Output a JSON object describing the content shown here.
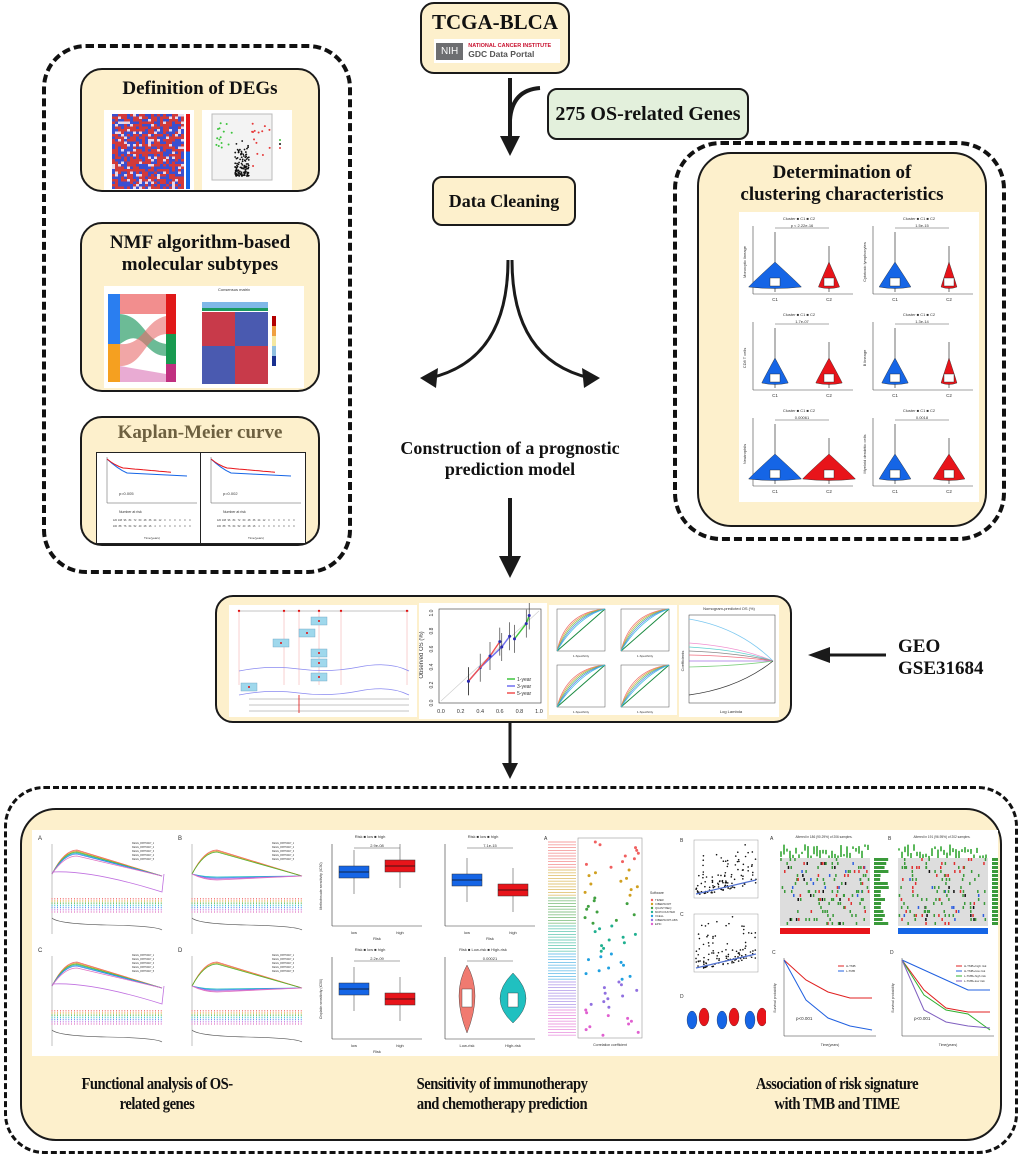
{
  "source": {
    "title": "TCGA-BLCA",
    "logo_left": "NIH",
    "logo_line1": "NATIONAL CANCER INSTITUTE",
    "logo_line2": "GDC Data Portal"
  },
  "genes_box": "275 OS-related Genes",
  "data_cleaning": "Data Cleaning",
  "left_group": {
    "deg": {
      "title": "Definition  of DEGs"
    },
    "nmf": {
      "title_line1": "NMF algorithm-based",
      "title_line2": "molecular subtypes",
      "heatmap_title": "Consensus matrix"
    },
    "km": {
      "title": "Kaplan-Meier curve",
      "p_left": "p=0.005",
      "p_right": "p=0.002",
      "risk_table_title": "Number at risk",
      "x_label": "Time(years)"
    }
  },
  "right_group": {
    "title_line1": "Determination of",
    "title_line2": "clustering characteristics",
    "legend_title": "Cluster",
    "legend_items": [
      "C1",
      "C2"
    ],
    "panels": [
      {
        "ylabel": "Monocytic lineage",
        "pvalue": "p < 2.22e-16"
      },
      {
        "ylabel": "Cytotoxic lymphocytes",
        "pvalue": "1.5e-15"
      },
      {
        "ylabel": "CD8 T cells",
        "pvalue": "1.7e-07"
      },
      {
        "ylabel": "B lineage",
        "pvalue": "1.3e-14"
      },
      {
        "ylabel": "Neutrophils",
        "pvalue": "0.00061"
      },
      {
        "ylabel": "Myeloid dendritic cells",
        "pvalue": "0.0018"
      }
    ],
    "x_labels": [
      "C1",
      "C2"
    ]
  },
  "model": {
    "title_line1": "Construction of a prognostic",
    "title_line2": "prediction model",
    "calibration": {
      "ylabel": "Observed OS (%)",
      "x_ticks": [
        "0.0",
        "0.2",
        "0.4",
        "0.6",
        "0.8",
        "1.0"
      ],
      "y_ticks": [
        "0.0",
        "0.2",
        "0.4",
        "0.6",
        "0.8",
        "1.0"
      ],
      "legend": [
        "1-year",
        "3-year",
        "5-year"
      ],
      "legend_colors": [
        "#3ec43e",
        "#6f6ff0",
        "#f05050"
      ]
    },
    "lasso": {
      "title": "Nomogram-predicted OS (%)",
      "xlabel": "Log Lambda",
      "ylabel": "Coefficients"
    },
    "roc_xlabel": "1-Specificity",
    "roc_ylabel": "Sensitivity"
  },
  "validation": {
    "line1": "GEO",
    "line2": "GSE31684"
  },
  "bottom": {
    "gsea_labels": [
      "A",
      "B",
      "C",
      "D"
    ],
    "box_legend_title": "Risk",
    "box_legend_items": [
      "low",
      "high"
    ],
    "box_panels": [
      {
        "ylabel": "Methotrexate sensitivity (IC50)",
        "pvalue": "2.9e-08"
      },
      {
        "ylabel": "",
        "pvalue": "7.1e-15"
      },
      {
        "ylabel": "Cisplatin sensitivity (IC50)",
        "pvalue": "2.2e-09"
      },
      {
        "ylabel": "",
        "pvalue": "0.00021"
      }
    ],
    "violin_legend_items": [
      "Low-risk",
      "High-risk"
    ],
    "box_xlabel": "Risk",
    "corr_xlabel": "Correlation coefficient",
    "corr_legend": [
      "TIMER",
      "CIBERSORT",
      "QUANTISEQ",
      "MCPCOUNTER",
      "XCELL",
      "CIBERSORT-ABS",
      "EPIC"
    ],
    "corr_legend_title": "Software",
    "onco_title_a": "Altered in 186 (90.29%) of 206 samples.",
    "onco_title_b": "Altered in 191 (96.95%) of 202 samples.",
    "km_c": {
      "p": "p<0.001",
      "legend": [
        "H-TMB",
        "L-TMB"
      ],
      "xlabel": "Time(years)",
      "ylabel": "Survival probability"
    },
    "km_d": {
      "p": "p<0.001",
      "legend": [
        "H-TMB+high risk",
        "H-TMB+low risk",
        "L-TMB+high risk",
        "L-TMB+low risk"
      ],
      "xlabel": "Time(years)"
    },
    "captions": [
      {
        "line1": "Functional analysis of OS-",
        "line2": "related genes"
      },
      {
        "line1": "Sensitivity of immunotherapy",
        "line2": "and chemotherapy prediction"
      },
      {
        "line1": "Association of risk signature",
        "line2": "with TMB and TIME"
      }
    ]
  },
  "colors": {
    "box_fill": "#fdf0cc",
    "green_fill": "#e3f0dc",
    "c1": "#1565e6",
    "c2": "#e8141a",
    "nih_red": "#c8102e"
  }
}
